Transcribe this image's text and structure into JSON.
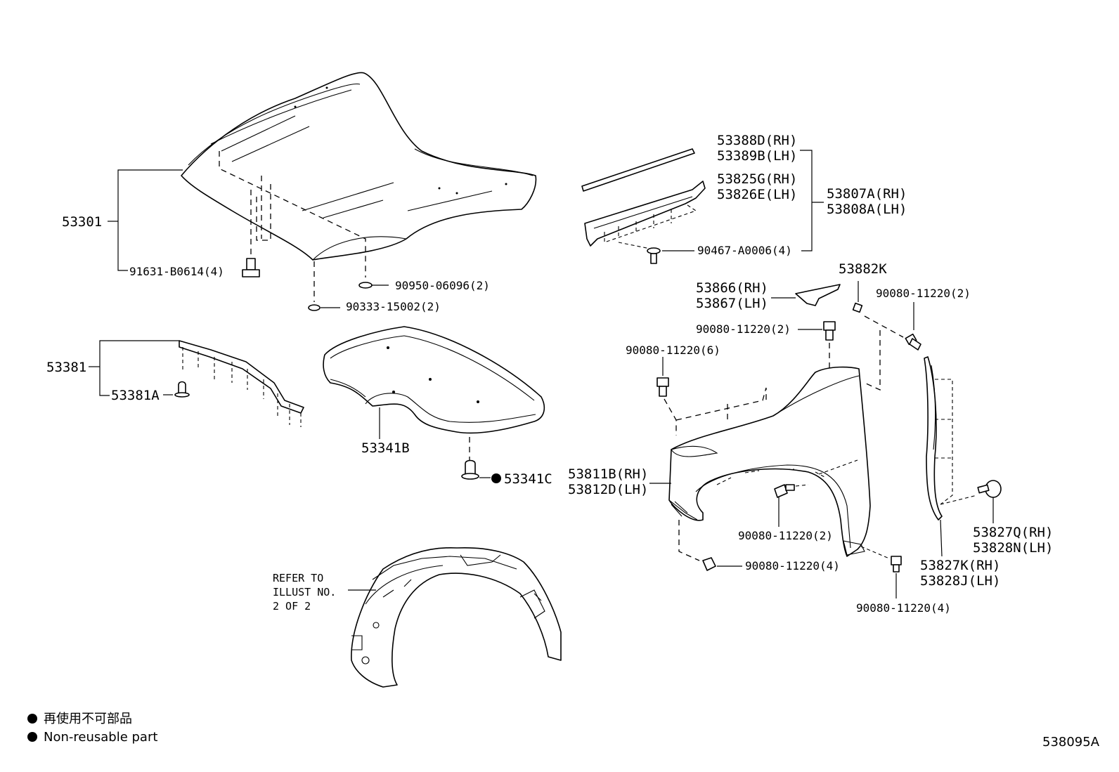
{
  "parts": {
    "hood": "53301",
    "hood_bolt": "91631-B0614(4)",
    "cushion_a": "90950-06096(2)",
    "cushion_b": "90333-15002(2)",
    "hood_seal": "53381",
    "hood_seal_clip": "53381A",
    "insulator": "53341B",
    "insulator_clip": "53341C",
    "seal_rh": "53388D(RH)",
    "seal_lh": "53389B(LH)",
    "cowl_rh": "53825G(RH)",
    "cowl_lh": "53826E(LH)",
    "sub_rh": "53807A(RH)",
    "sub_lh": "53808A(LH)",
    "screw_cowl": "90467-A0006(4)",
    "bracket": "53882K",
    "bracket_rh": "53866(RH)",
    "bracket_lh": "53867(LH)",
    "bolt_right_top": "90080-11220(2)",
    "bolt_fender_top": "90080-11220(2)",
    "bolt_fender_left": "90080-11220(6)",
    "fender_rh": "53811B(RH)",
    "fender_lh": "53812D(LH)",
    "bolt_wheel": "90080-11220(2)",
    "bolt_bottom_left": "90080-11220(4)",
    "bolt_bottom_right": "90080-11220(4)",
    "seal2_rh": "53827Q(RH)",
    "seal2_lh": "53828N(LH)",
    "protector_rh": "53827K(RH)",
    "protector_lh": "53828J(LH)"
  },
  "refer_note": [
    "REFER TO",
    "ILLUST NO.",
    "2 OF 2"
  ],
  "legend": {
    "japanese": "再使用不可部品",
    "english": "Non-reusable part"
  },
  "illustration_id": "538095A"
}
